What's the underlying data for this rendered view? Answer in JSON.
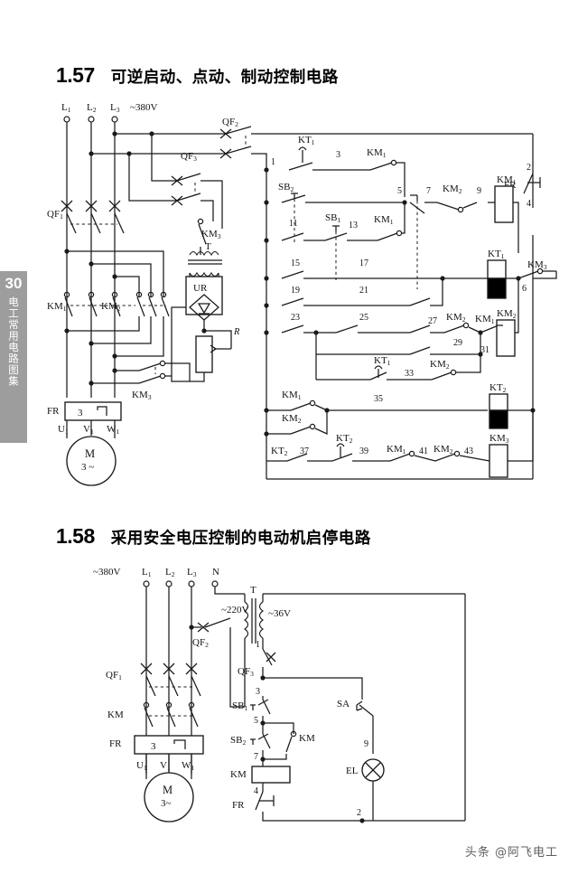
{
  "page": {
    "number": "30",
    "margin_text": "电工常用电路图集",
    "footer_watermark": "头条 @阿飞电工"
  },
  "sections": [
    {
      "number": "1.57",
      "title": "可逆启动、点动、制动控制电路"
    },
    {
      "number": "1.58",
      "title": "采用安全电压控制的电动机启停电路"
    }
  ],
  "figure1": {
    "supply": {
      "phase_l1": "L",
      "phase_l1_sub": "1",
      "phase_l2": "L",
      "phase_l2_sub": "2",
      "phase_l3": "L",
      "phase_l3_sub": "3",
      "voltage": "~380V"
    },
    "devices": {
      "qf1": "QF",
      "qf1_sub": "1",
      "qf2": "QF",
      "qf2_sub": "2",
      "qf3": "QF",
      "qf3_sub": "3",
      "km1": "KM",
      "km1_sub": "1",
      "km2": "KM",
      "km2_sub": "2",
      "km3": "KM",
      "km3_sub": "3",
      "kt1": "KT",
      "kt1_sub": "1",
      "kt2": "KT",
      "kt2_sub": "2",
      "sb1": "SB",
      "sb1_sub": "1",
      "sb2": "SB",
      "sb2_sub": "2",
      "transformer": "T",
      "rectifier": "UR",
      "resistor": "R",
      "thermal_relay": "FR",
      "motor": "M",
      "motor_phase": "3 ~"
    },
    "motor_terminals": {
      "u": "U",
      "u_sub": "1",
      "v": "V",
      "v_sub": "1",
      "w": "W",
      "w_sub": "1"
    },
    "fr_box_label": "3",
    "node_numbers": [
      "1",
      "2",
      "3",
      "4",
      "5",
      "6",
      "7",
      "9",
      "11",
      "13",
      "15",
      "17",
      "19",
      "21",
      "23",
      "25",
      "27",
      "29",
      "31",
      "33",
      "35",
      "37",
      "39",
      "41",
      "43"
    ]
  },
  "figure2": {
    "supply": {
      "voltage": "~380V",
      "phase_l1": "L",
      "phase_l1_sub": "1",
      "phase_l2": "L",
      "phase_l2_sub": "2",
      "phase_l3": "L",
      "phase_l3_sub": "3",
      "neutral": "N"
    },
    "voltages": {
      "primary": "~220V",
      "secondary": "~36V"
    },
    "devices": {
      "qf1": "QF",
      "qf1_sub": "1",
      "qf2": "QF",
      "qf2_sub": "2",
      "qf3": "QF",
      "qf3_sub": "3",
      "transformer": "T",
      "km": "KM",
      "sb1": "SB",
      "sb1_sub": "1",
      "sb2": "SB",
      "sb2_sub": "2",
      "sa": "SA",
      "lamp": "EL",
      "thermal_relay": "FR",
      "motor": "M",
      "motor_phase": "3~"
    },
    "motor_terminals": {
      "u": "U",
      "u_sub": "1",
      "v": "V",
      "v_sub": "1",
      "w": "W",
      "w_sub": "1"
    },
    "fr_box_label": "3",
    "node_numbers": [
      "1",
      "2",
      "3",
      "4",
      "5",
      "7",
      "9"
    ]
  }
}
